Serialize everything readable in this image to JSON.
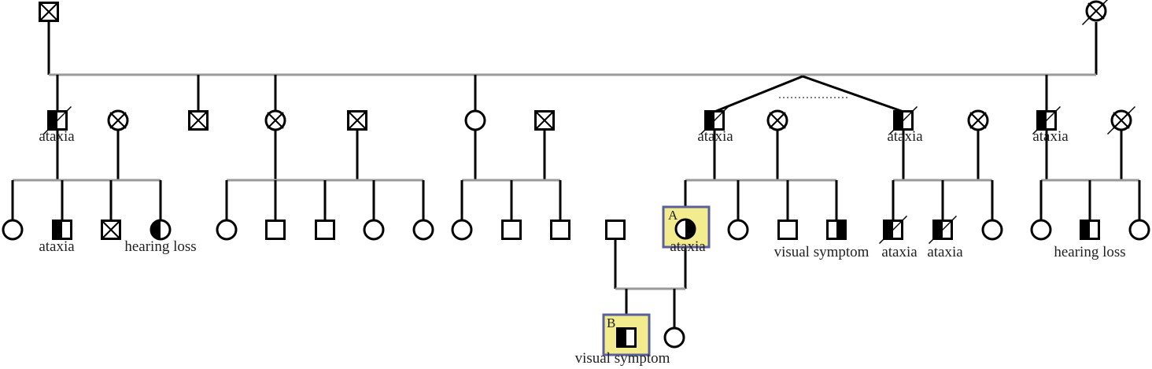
{
  "colors": {
    "line_black": "#000000",
    "line_gray": "#9a9a9a",
    "fill_affected": "#000000",
    "highlight_fill": "#f2ec8e",
    "highlight_border": "#5a5f9e",
    "text": "#222222"
  },
  "symbols": {
    "male": "square",
    "female": "circle",
    "deceased_mark": "diagonal slash",
    "x_mark": "cross inside symbol"
  },
  "labels": {
    "g2_ataxia_a": "ataxia",
    "g2_ataxia_b": "ataxia",
    "g2_ataxia_c": "ataxia",
    "g2_ataxia_d": "ataxia",
    "g3_ataxia_a": "ataxia",
    "g3_hearing_loss_a": "hearing loss",
    "g3_ataxia_proband": "ataxia",
    "g3_visual_symptom": "visual symptom",
    "g3_ataxia_b": "ataxia",
    "g3_ataxia_c": "ataxia",
    "g3_hearing_loss_b": "hearing loss",
    "g4_visual_symptom": "visual symptom"
  },
  "highlights": {
    "A": "A",
    "B": "B"
  }
}
